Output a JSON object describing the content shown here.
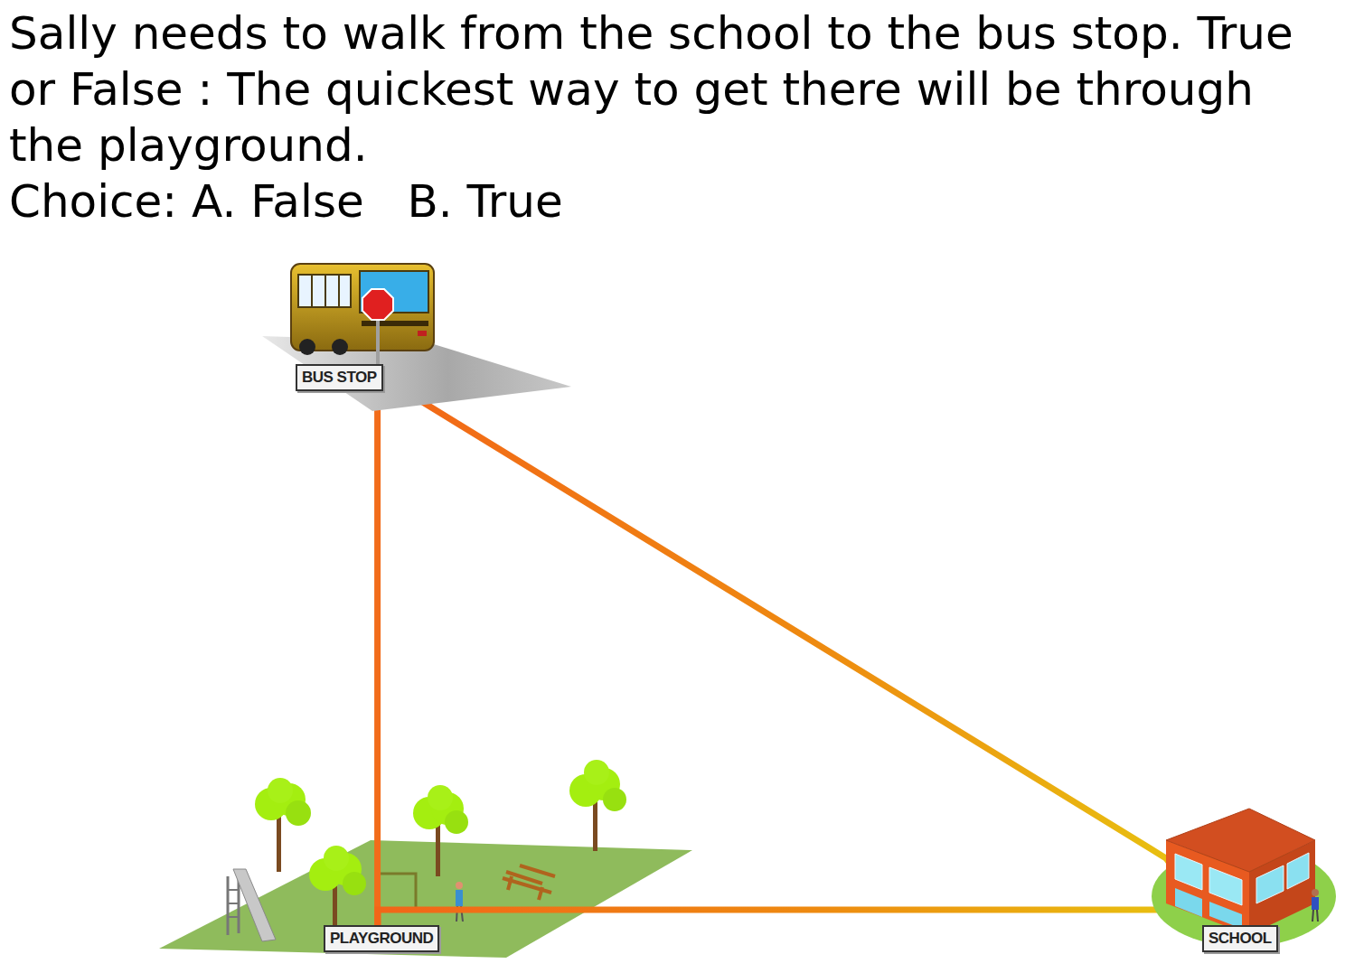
{
  "diagram": {
    "title": "Sally needs to walk from the school to the bus stop. True or False : The quickest way to get there will be through the playground.",
    "nodes": [
      {
        "text": [
          "BUS STOP"
        ]
      },
      {
        "text": [
          "PLAYGROUND"
        ]
      },
      {
        "text": [
          "SCHOOL"
        ]
      }
    ],
    "edges": [
      {
        "from": 0,
        "to": 1,
        "arrow": "none"
      },
      {
        "from": 1,
        "to": 2,
        "arrow": "none"
      },
      {
        "from": 0,
        "to": 2,
        "arrow": "none"
      }
    ],
    "labels": [
      "Choice: A. False   B. True"
    ]
  }
}
